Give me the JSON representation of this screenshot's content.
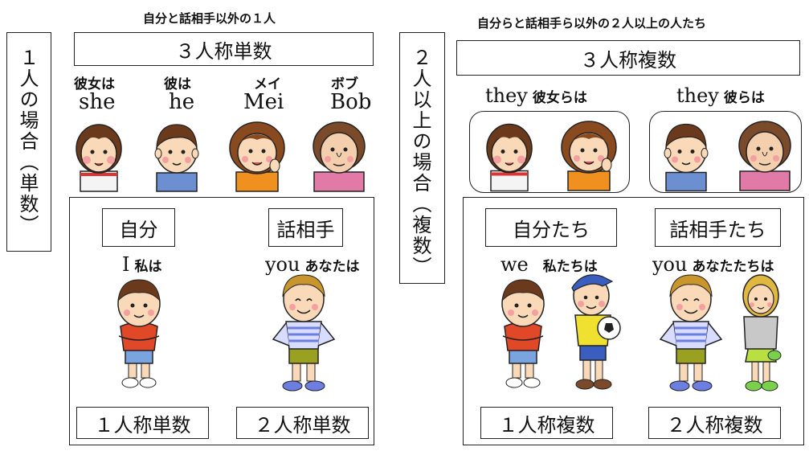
{
  "singular": {
    "top_heading": "自分と話相手以外の１人",
    "side_label": "１人の場合（単数）",
    "third_title": "３人称単数",
    "people": [
      {
        "jp": "彼女は",
        "en": "she"
      },
      {
        "jp": "彼は",
        "en": "he"
      },
      {
        "jp": "メイ",
        "en": "Mei"
      },
      {
        "jp": "ボブ",
        "en": "Bob"
      }
    ],
    "first": {
      "label": "自分",
      "en": "I",
      "jp": "私は",
      "person_label": "１人称単数"
    },
    "second": {
      "label": "話相手",
      "en": "you",
      "jp": "あなたは",
      "person_label": "２人称単数"
    }
  },
  "plural": {
    "top_heading": "自分らと話相手ら以外の２人以上の人たち",
    "side_label": "２人以上の場合（複数）",
    "third_title": "３人称複数",
    "groups": [
      {
        "en": "they",
        "jp": "彼女らは"
      },
      {
        "en": "they",
        "jp": "彼らは"
      }
    ],
    "first": {
      "label": "自分たち",
      "en": "we",
      "jp": "私たちは",
      "person_label": "１人称複数"
    },
    "second": {
      "label": "話相手たち",
      "en": "you",
      "jp": "あなたたちは",
      "person_label": "２人称複数"
    }
  },
  "colors": {
    "skin": "#f9d9b8",
    "hair_brown": "#6b3a1c",
    "hair_light": "#c8962d",
    "blush": "#f4a0a0"
  }
}
